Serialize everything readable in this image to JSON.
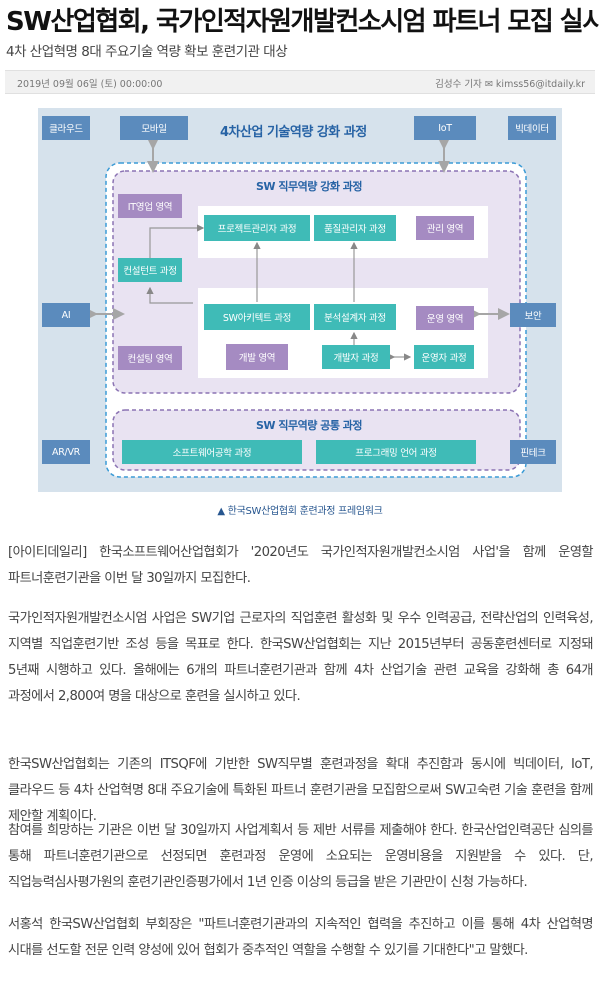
{
  "article": {
    "headline": "SW산업협회, 국가인적자원개발컨소시엄 파트너 모집 실시",
    "subheadline": "4차 산업혁명 8대 주요기술 역량 확보 훈련기관 대상",
    "date": "2019년 09월 06일 (토) 00:00:00",
    "author": "김성수 기자",
    "email": "kimss56@itdaily.kr",
    "caption": "▲ 한국SW산업협회 훈련과정 프레임워크",
    "paragraphs": [
      "[아이티데일리] 한국소프트웨어산업협회가 '2020년도 국가인적자원개발컨소시엄 사업'을 함께 운영할 파트너훈련기관을 이번 달 30일까지 모집한다.",
      "국가인적자원개발컨소시엄 사업은 SW기업 근로자의 직업훈련 활성화 및 우수 인력공급, 전략산업의 인력육성, 지역별 직업훈련기반 조성 등을 목표로 한다. 한국SW산업협회는 지난 2015년부터 공동훈련센터로 지정돼 5년째 시행하고 있다. 올해에는 6개의 파트너훈련기관과 함께 4차 산업기술 관련 교육을 강화해 총 64개 과정에서 2,800여 명을 대상으로 훈련을 실시하고 있다.",
      "한국SW산업협회는 기존의 ITSQF에 기반한 SW직무별 훈련과정을 확대 추진함과 동시에 빅데이터, IoT, 클라우드 등 4차 산업혁명 8대 주요기술에 특화된 파트너 훈련기관을 모집함으로써 SW고숙련 기술 훈련을 함께 제안할 계획이다.",
      "참여를 희망하는 기관은 이번 달 30일까지 사업계획서 등 제반 서류를 제출해야 한다. 한국산업인력공단 심의를 통해 파트너훈련기관으로 선정되면 훈련과정 운영에 소요되는 운영비용을 지원받을 수 있다. 단, 직업능력심사평가원의 훈련기관인증평가에서 1년 인증 이상의 등급을 받은 기관만이 신청 가능하다.",
      "서홍석 한국SW산업협회 부회장은 \"파트너훈련기관과의 지속적인 협력을 추진하고 이를 통해 4차 산업혁명 시대를 선도할 전문 인력 양성에 있어 협회가 중추적인 역할을 수행할 수 있기를 기대한다\"고 말했다."
    ]
  },
  "figure": {
    "title": "4차산업 기술역량 강화 과정",
    "inner_title": "SW 직무역량 강화 과정",
    "common_title": "SW 직무역량 공통 과정",
    "outer": {
      "cloud": "클라우드",
      "mobile": "모바일",
      "iot": "IoT",
      "bigdata": "빅데이터",
      "ai": "AI",
      "security": "보안",
      "arvr": "AR/VR",
      "fintech": "핀테크"
    },
    "roles": {
      "it_sales": "IT영업 영역",
      "consultant": "컨설턴트 과정",
      "consulting": "컨설팅 영역",
      "project_manager": "프로젝트관리자 과정",
      "quality_manager": "품질관리자 과정",
      "management": "관리 영역",
      "sw_architect": "SW아키텍트 과정",
      "analyst_designer": "분석설계자 과정",
      "operations": "운영 영역",
      "development": "개발 영역",
      "developer": "개발자 과정",
      "operator": "운영자 과정",
      "sw_engineering": "소프트웨어공학 과정",
      "programming_lang": "프로그래밍 언어 과정"
    }
  }
}
